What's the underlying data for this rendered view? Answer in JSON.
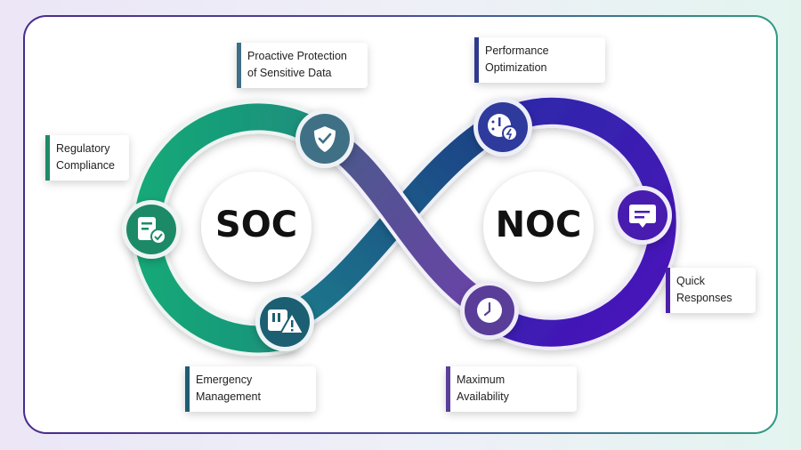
{
  "diagram": {
    "left_center": "SOC",
    "right_center": "NOC",
    "labels": [
      {
        "id": "proactive",
        "text": "Proactive Protection of Sensitive Data",
        "line1": "Proactive Protection",
        "line2": "of Sensitive Data",
        "bar_color": "#3f6f86"
      },
      {
        "id": "regulatory",
        "text": "Regulatory Compliance",
        "line1": "Regulatory",
        "line2": "Compliance",
        "bar_color": "#1f8a66"
      },
      {
        "id": "emergency",
        "text": "Emergency Management",
        "line1": "Emergency",
        "line2": "Management",
        "bar_color": "#1c5e72"
      },
      {
        "id": "performance",
        "text": "Performance Optimization",
        "line1": "Performance",
        "line2": "Optimization",
        "bar_color": "#2d3a8c"
      },
      {
        "id": "quick",
        "text": "Quick Responses",
        "line1": "Quick",
        "line2": "Responses",
        "bar_color": "#4a1fa8"
      },
      {
        "id": "availability",
        "text": "Maximum Availability",
        "line1": "Maximum",
        "line2": "Availability",
        "bar_color": "#5a3e99"
      }
    ],
    "icons": [
      {
        "name": "shield-check-icon",
        "color": "#3f6f86"
      },
      {
        "name": "document-check-icon",
        "color": "#1f8a66"
      },
      {
        "name": "alert-incident-icon",
        "color": "#1c5e72"
      },
      {
        "name": "speedometer-bolt-icon",
        "color": "#2d3a9c"
      },
      {
        "name": "chat-message-icon",
        "color": "#4a1fb0"
      },
      {
        "name": "clock-icon",
        "color": "#5a3e99"
      }
    ]
  }
}
